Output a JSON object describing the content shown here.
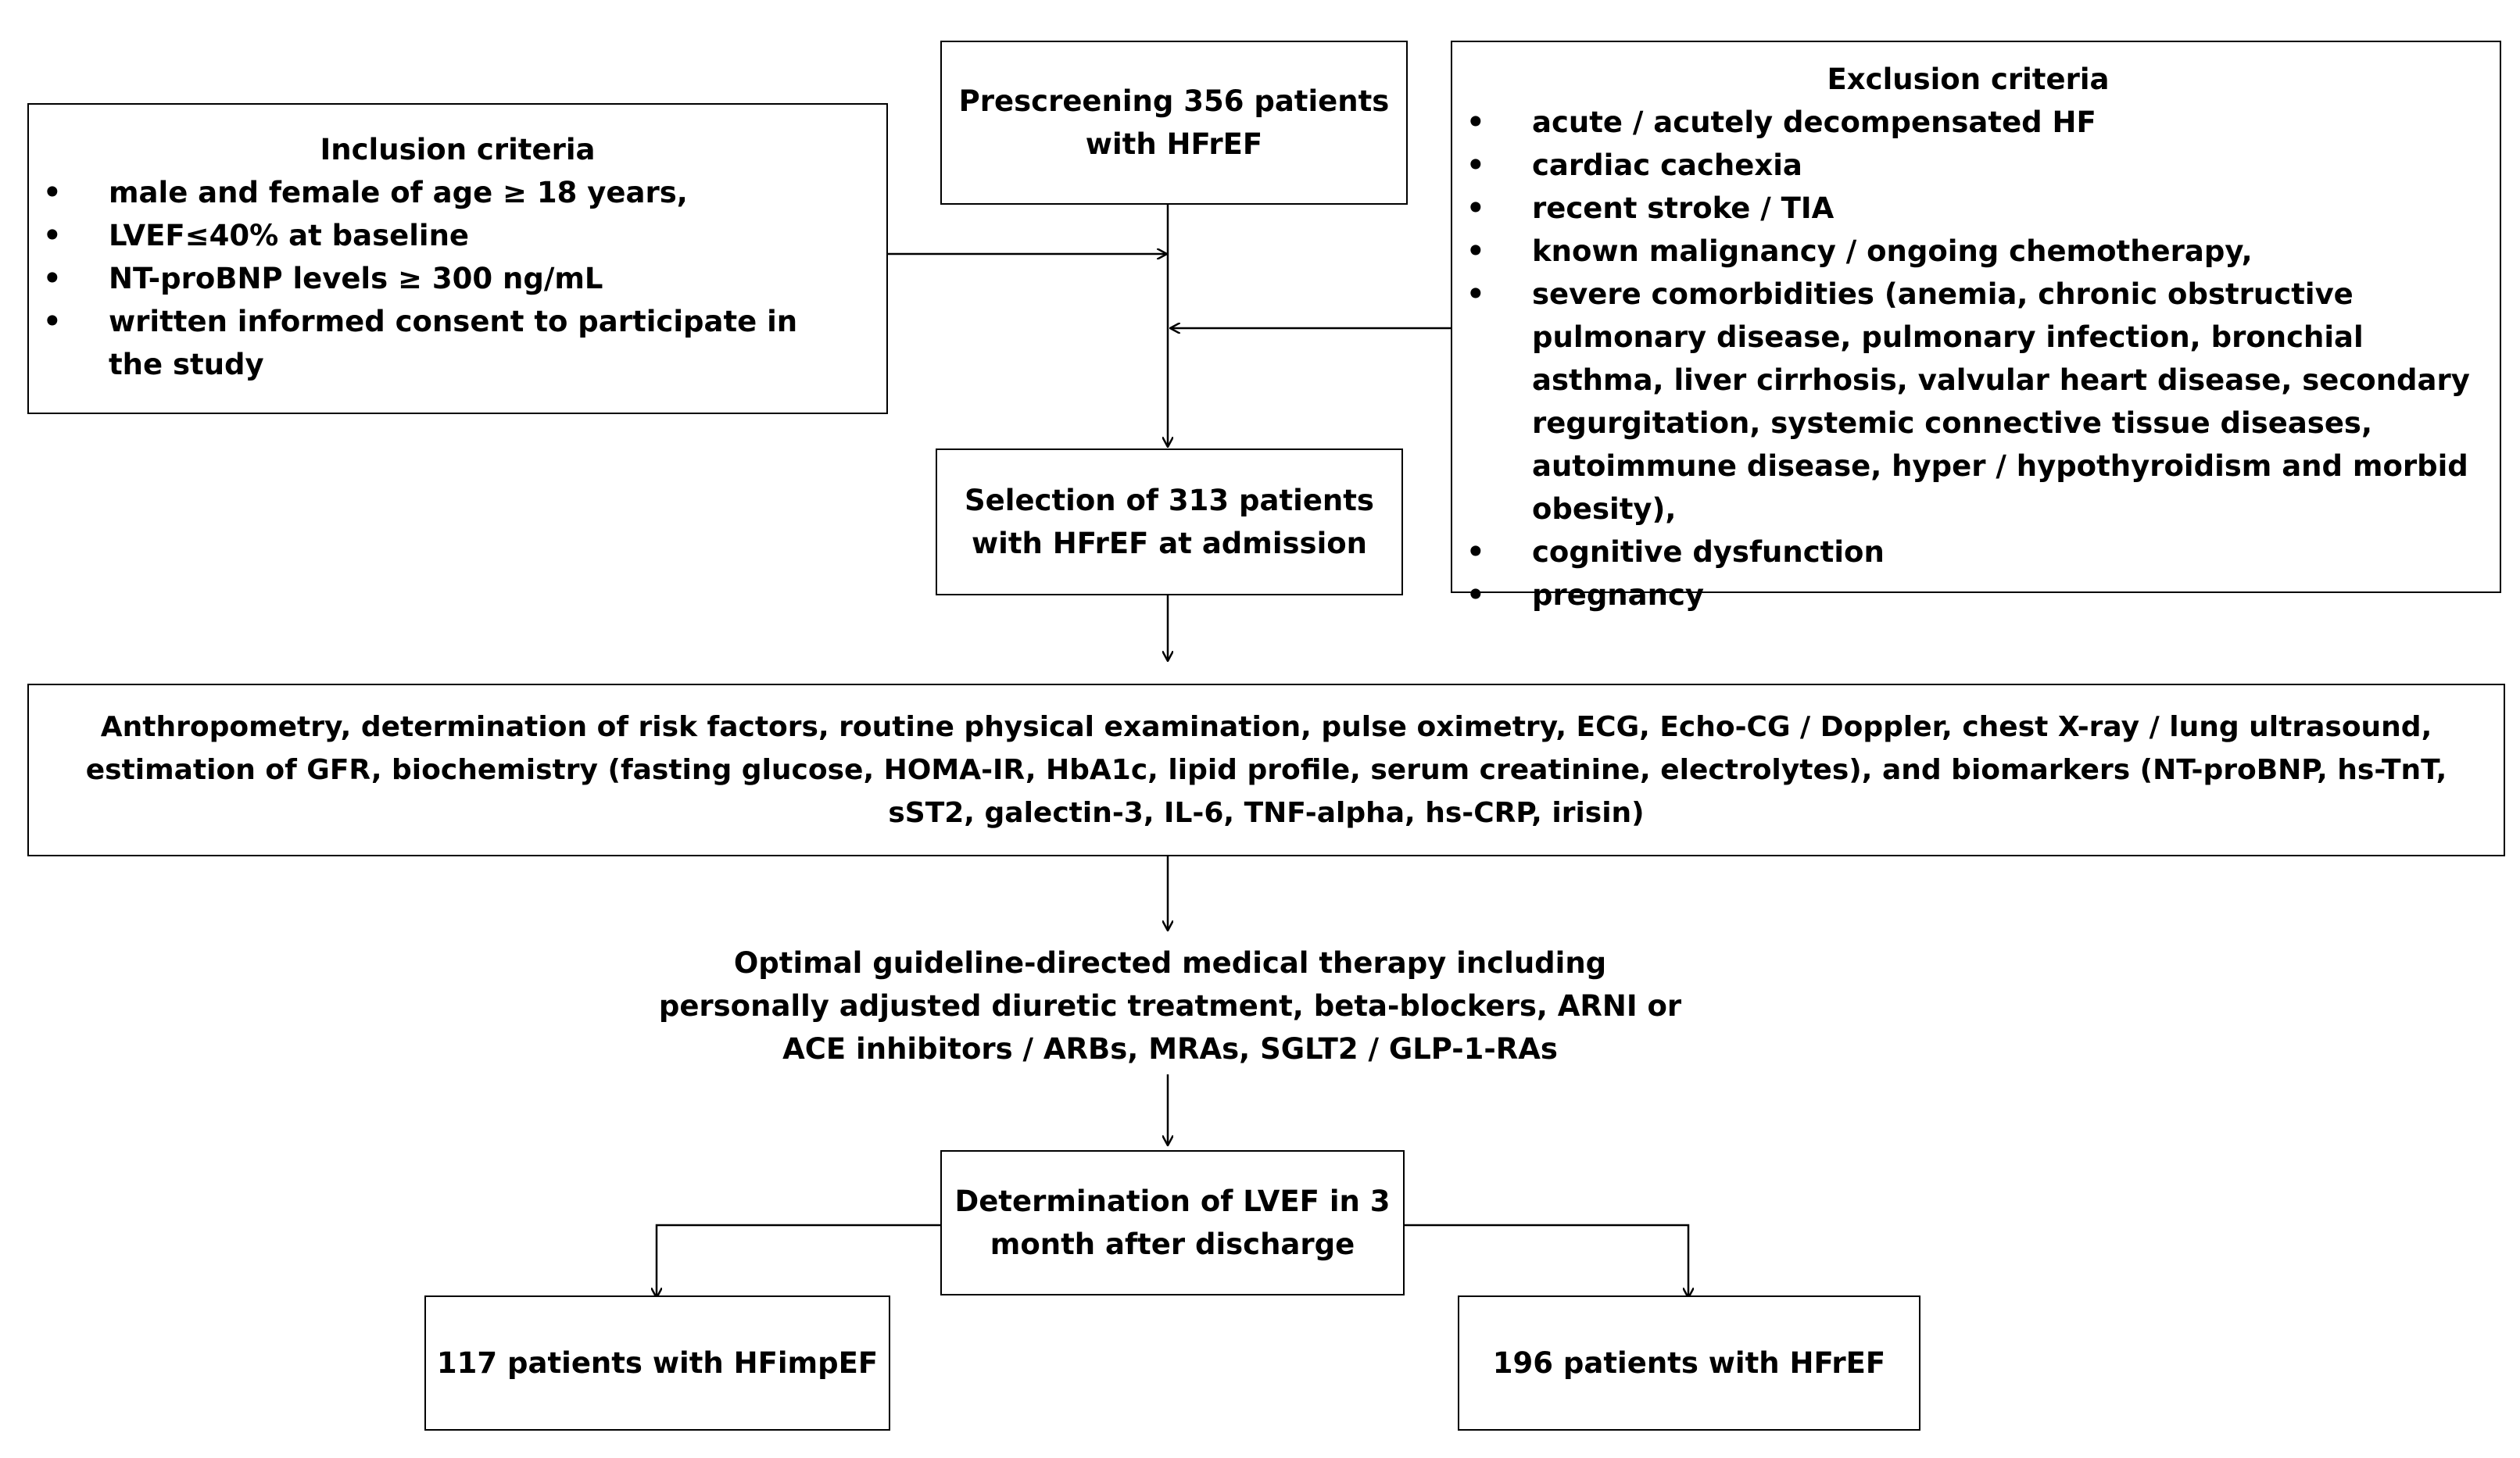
{
  "prescreening": {
    "line1": "Prescreening 356 patients",
    "line2": "with HFrEF"
  },
  "inclusion": {
    "title": "Inclusion  criteria",
    "items": [
      "male and female of age ≥ 18 years,",
      "LVEF≤40% at baseline",
      "NT-proBNP levels ≥ 300 ng/mL",
      "written informed consent to participate in the study"
    ]
  },
  "exclusion": {
    "title": "Exclusion criteria",
    "items": [
      "acute / acutely decompensated HF",
      "cardiac cachexia",
      "recent stroke / TIA",
      "known malignancy  / ongoing chemotherapy,",
      "severe comorbidities (anemia, chronic obstructive pulmonary disease, pulmonary infection, bronchial asthma, liver cirrhosis, valvular heart disease, secondary regurgitation, systemic connective tissue diseases, autoimmune disease, hyper / hypothyroidism and morbid obesity),",
      "cognitive dysfunction",
      "pregnancy"
    ]
  },
  "selection": {
    "line1": "Selection of 313 patients",
    "line2": "with HFrEF at admission"
  },
  "assessments": {
    "text": "Anthropometry, determination of risk factors, routine physical examination, pulse oximetry, ECG,  Echo-CG / Doppler, chest X-ray / lung ultrasound, estimation of GFR, biochemistry (fasting glucose, HOMA-IR, HbA1c, lipid profile, serum creatinine, electrolytes), and biomarkers (NT-proBNP, hs-TnT,  sST2, galectin-3, IL-6, TNF-alpha, hs-CRP, irisin)"
  },
  "therapy": {
    "line1": "Optimal guideline-directed  medical therapy including",
    "line2": "personally adjusted diuretic treatment, beta-blockers, ARNI or",
    "line3": "ACE inhibitors  / ARBs, MRAs, SGLT2 / GLP-1-RAs"
  },
  "determination": {
    "line1": "Determination of LVEF in 3",
    "line2": "month after discharge"
  },
  "outcome_left": {
    "label": "117 patients with HFimpEF"
  },
  "outcome_right": {
    "label": "196 patients with HFrEF"
  }
}
